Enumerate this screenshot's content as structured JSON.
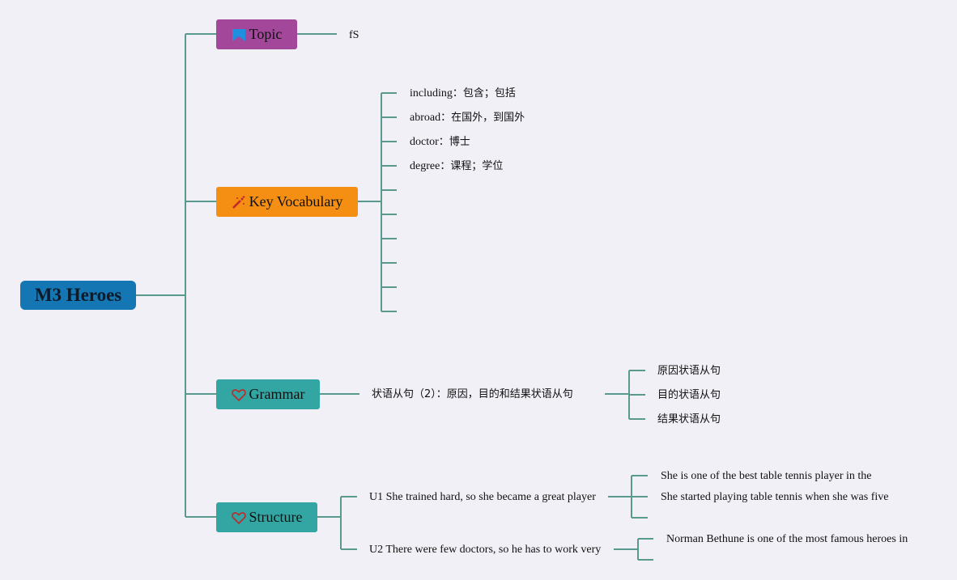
{
  "root": {
    "label": "M3 Heroes"
  },
  "branches": {
    "topic": {
      "label": "Topic",
      "icon": "flag-icon",
      "children": [
        "fS"
      ]
    },
    "vocab": {
      "label": "Key Vocabulary",
      "icon": "magic-wand-icon",
      "items": [
        {
          "word": "including",
          "meaning": "：包含；包括"
        },
        {
          "word": "abroad",
          "meaning": "：在国外，到国外"
        },
        {
          "word": "doctor",
          "meaning": "：博士"
        },
        {
          "word": "degree",
          "meaning": "：课程；学位"
        }
      ]
    },
    "grammar": {
      "label": "Grammar",
      "icon": "heart-icon",
      "main": "状语从句（2）：原因，目的和结果状语从句",
      "children": [
        "原因状语从句",
        "目的状语从句",
        "结果状语从句"
      ]
    },
    "structure": {
      "label": "Structure",
      "icon": "heart-icon",
      "units": [
        {
          "text": "U1 She trained hard, so she became a great player",
          "children": [
            "She is one of the best table tennis player in the",
            "She started playing table tennis when she was five"
          ]
        },
        {
          "text": "U2 There were few doctors, so he has to work very",
          "children": [
            "Norman Bethune is one of the most famous heroes in"
          ]
        }
      ]
    }
  },
  "colors": {
    "connector": "#5a9a8e",
    "root": "#1576b4",
    "topic": "#a3479b",
    "vocab": "#f58f14",
    "grammar": "#33a6a3",
    "structure": "#33a6a3"
  }
}
